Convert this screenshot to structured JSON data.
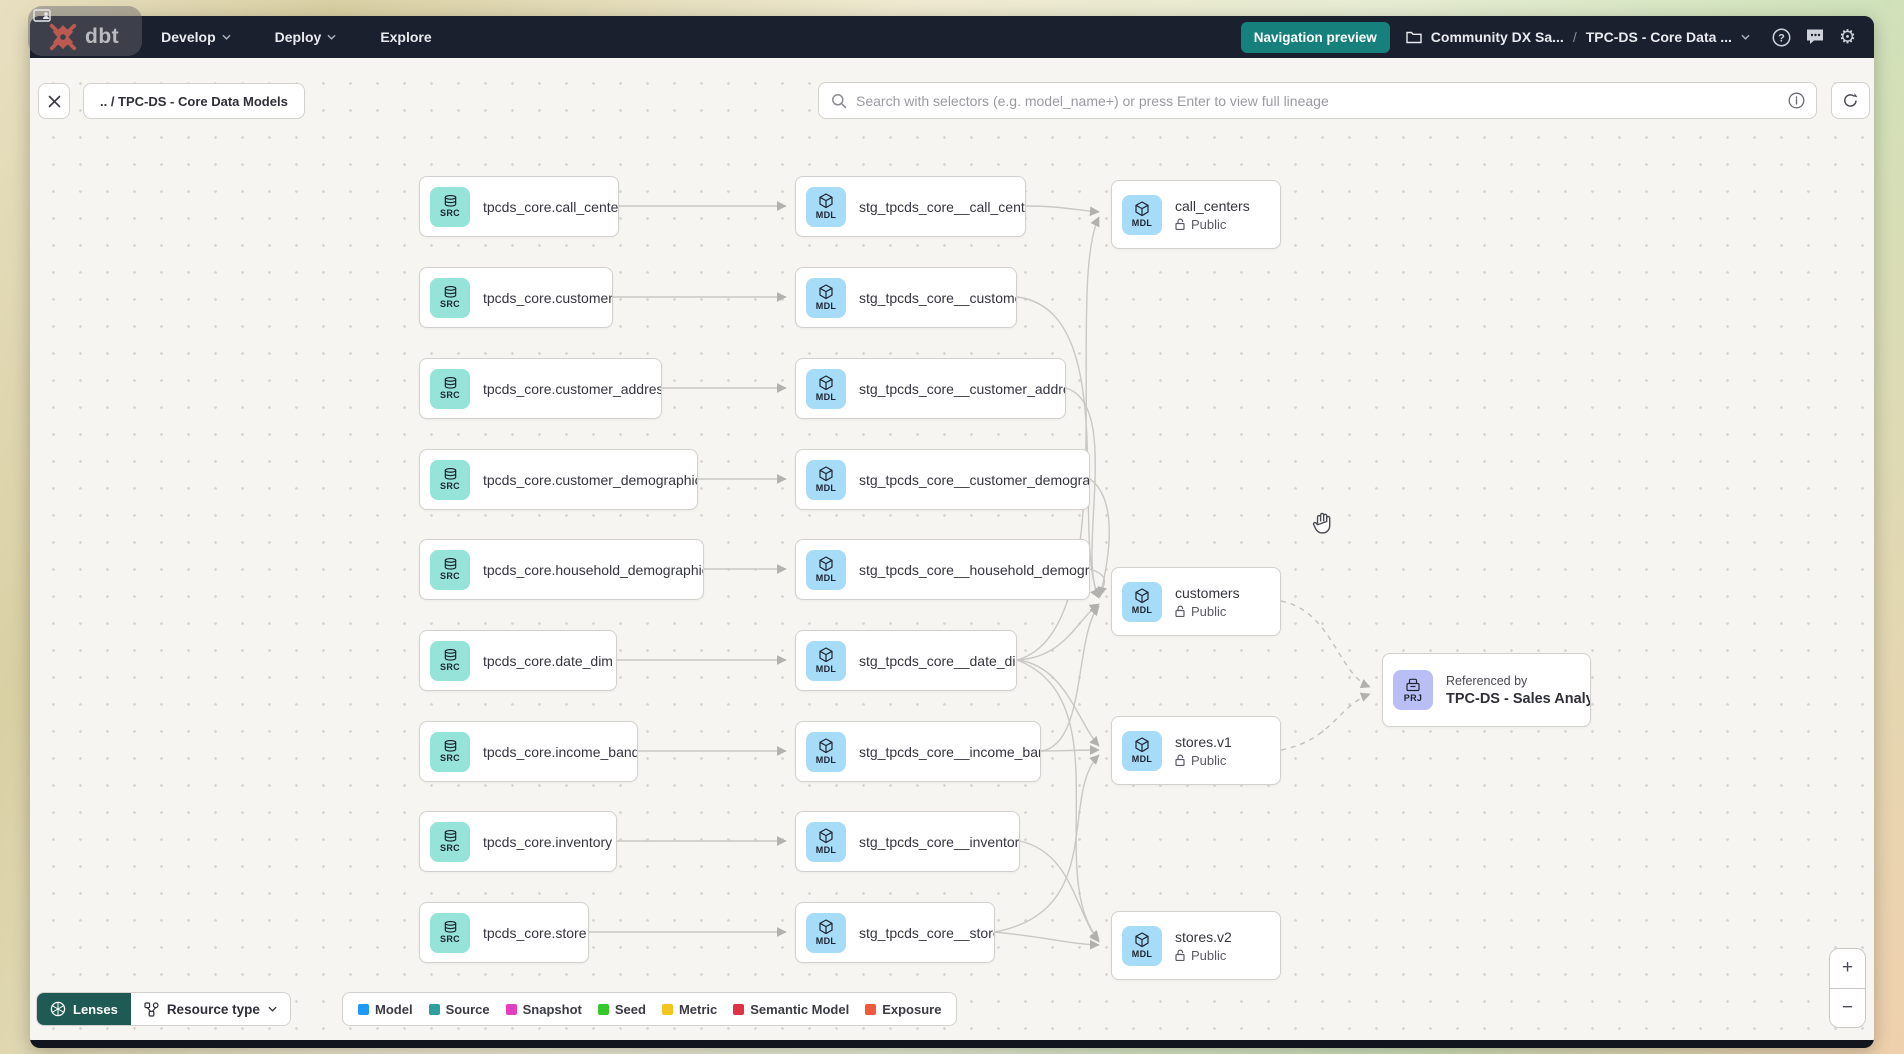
{
  "nav": {
    "logo_text": "dbt",
    "menu": [
      {
        "label": "Develop"
      },
      {
        "label": "Deploy"
      },
      {
        "label": "Explore"
      }
    ],
    "preview_button": "Navigation preview",
    "project_crumb": "Community DX Sa...",
    "separator": "/",
    "page_crumb": "TPC-DS - Core Data ..."
  },
  "toolbar": {
    "lineage_crumb": ".. / TPC-DS - Core Data Models",
    "search_placeholder": "Search with selectors (e.g. model_name+) or press Enter to view full lineage"
  },
  "graph": {
    "sources": [
      {
        "badge": "SRC",
        "label": "tpcds_core.call_center"
      },
      {
        "badge": "SRC",
        "label": "tpcds_core.customer"
      },
      {
        "badge": "SRC",
        "label": "tpcds_core.customer_address"
      },
      {
        "badge": "SRC",
        "label": "tpcds_core.customer_demographics"
      },
      {
        "badge": "SRC",
        "label": "tpcds_core.household_demographics"
      },
      {
        "badge": "SRC",
        "label": "tpcds_core.date_dim"
      },
      {
        "badge": "SRC",
        "label": "tpcds_core.income_band"
      },
      {
        "badge": "SRC",
        "label": "tpcds_core.inventory"
      },
      {
        "badge": "SRC",
        "label": "tpcds_core.store"
      }
    ],
    "staging": [
      {
        "badge": "MDL",
        "label": "stg_tpcds_core__call_center"
      },
      {
        "badge": "MDL",
        "label": "stg_tpcds_core__customer"
      },
      {
        "badge": "MDL",
        "label": "stg_tpcds_core__customer_address"
      },
      {
        "badge": "MDL",
        "label": "stg_tpcds_core__customer_demogra..."
      },
      {
        "badge": "MDL",
        "label": "stg_tpcds_core__household_demogr..."
      },
      {
        "badge": "MDL",
        "label": "stg_tpcds_core__date_dim"
      },
      {
        "badge": "MDL",
        "label": "stg_tpcds_core__income_band"
      },
      {
        "badge": "MDL",
        "label": "stg_tpcds_core__inventory"
      },
      {
        "badge": "MDL",
        "label": "stg_tpcds_core__store"
      }
    ],
    "marts": [
      {
        "badge": "MDL",
        "label": "call_centers",
        "access": "Public"
      },
      {
        "badge": "MDL",
        "label": "customers",
        "access": "Public"
      },
      {
        "badge": "MDL",
        "label": "stores.v1",
        "access": "Public"
      },
      {
        "badge": "MDL",
        "label": "stores.v2",
        "access": "Public"
      }
    ],
    "project": {
      "badge": "PRJ",
      "title": "Referenced by",
      "subtitle": "TPC-DS - Sales Analytics"
    }
  },
  "footer": {
    "lenses": "Lenses",
    "resource_type": "Resource type",
    "legend": [
      {
        "label": "Model",
        "color": "#1f99f5"
      },
      {
        "label": "Source",
        "color": "#2e9e9e"
      },
      {
        "label": "Snapshot",
        "color": "#e23ebf"
      },
      {
        "label": "Seed",
        "color": "#35c72c"
      },
      {
        "label": "Metric",
        "color": "#f2c61f"
      },
      {
        "label": "Semantic Model",
        "color": "#e03247"
      },
      {
        "label": "Exposure",
        "color": "#f05a3c"
      }
    ]
  },
  "zoom": {
    "in": "+",
    "out": "−"
  }
}
